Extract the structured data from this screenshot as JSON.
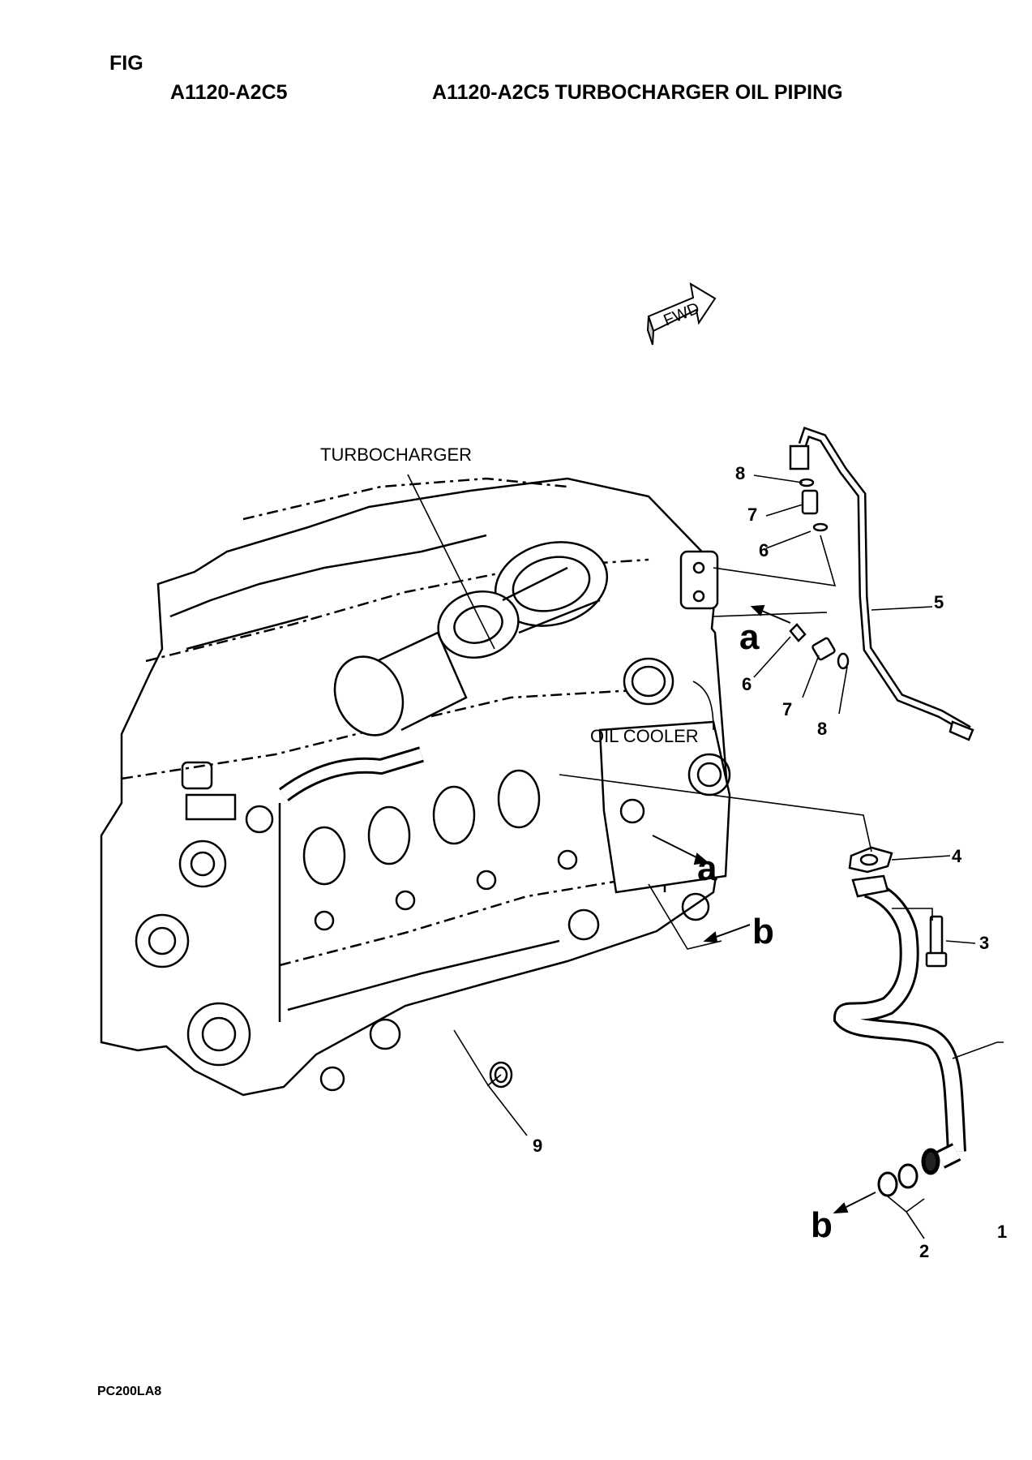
{
  "header": {
    "fig": "FIG",
    "code": "A1120-A2C5",
    "title": "A1120-A2C5 TURBOCHARGER OIL PIPING"
  },
  "footer": {
    "model": "PC200LA8"
  },
  "diagram": {
    "fwd_mark": "FWD",
    "component_labels": {
      "turbocharger": "TURBOCHARGER",
      "oil_cooler": "OIL COOLER"
    },
    "view_markers": {
      "a": "a",
      "b": "b"
    },
    "callouts": {
      "n1": "1",
      "n2": "2",
      "n3": "3",
      "n4": "4",
      "n5": "5",
      "n6": "6",
      "n7": "7",
      "n8": "8",
      "n9": "9"
    }
  }
}
